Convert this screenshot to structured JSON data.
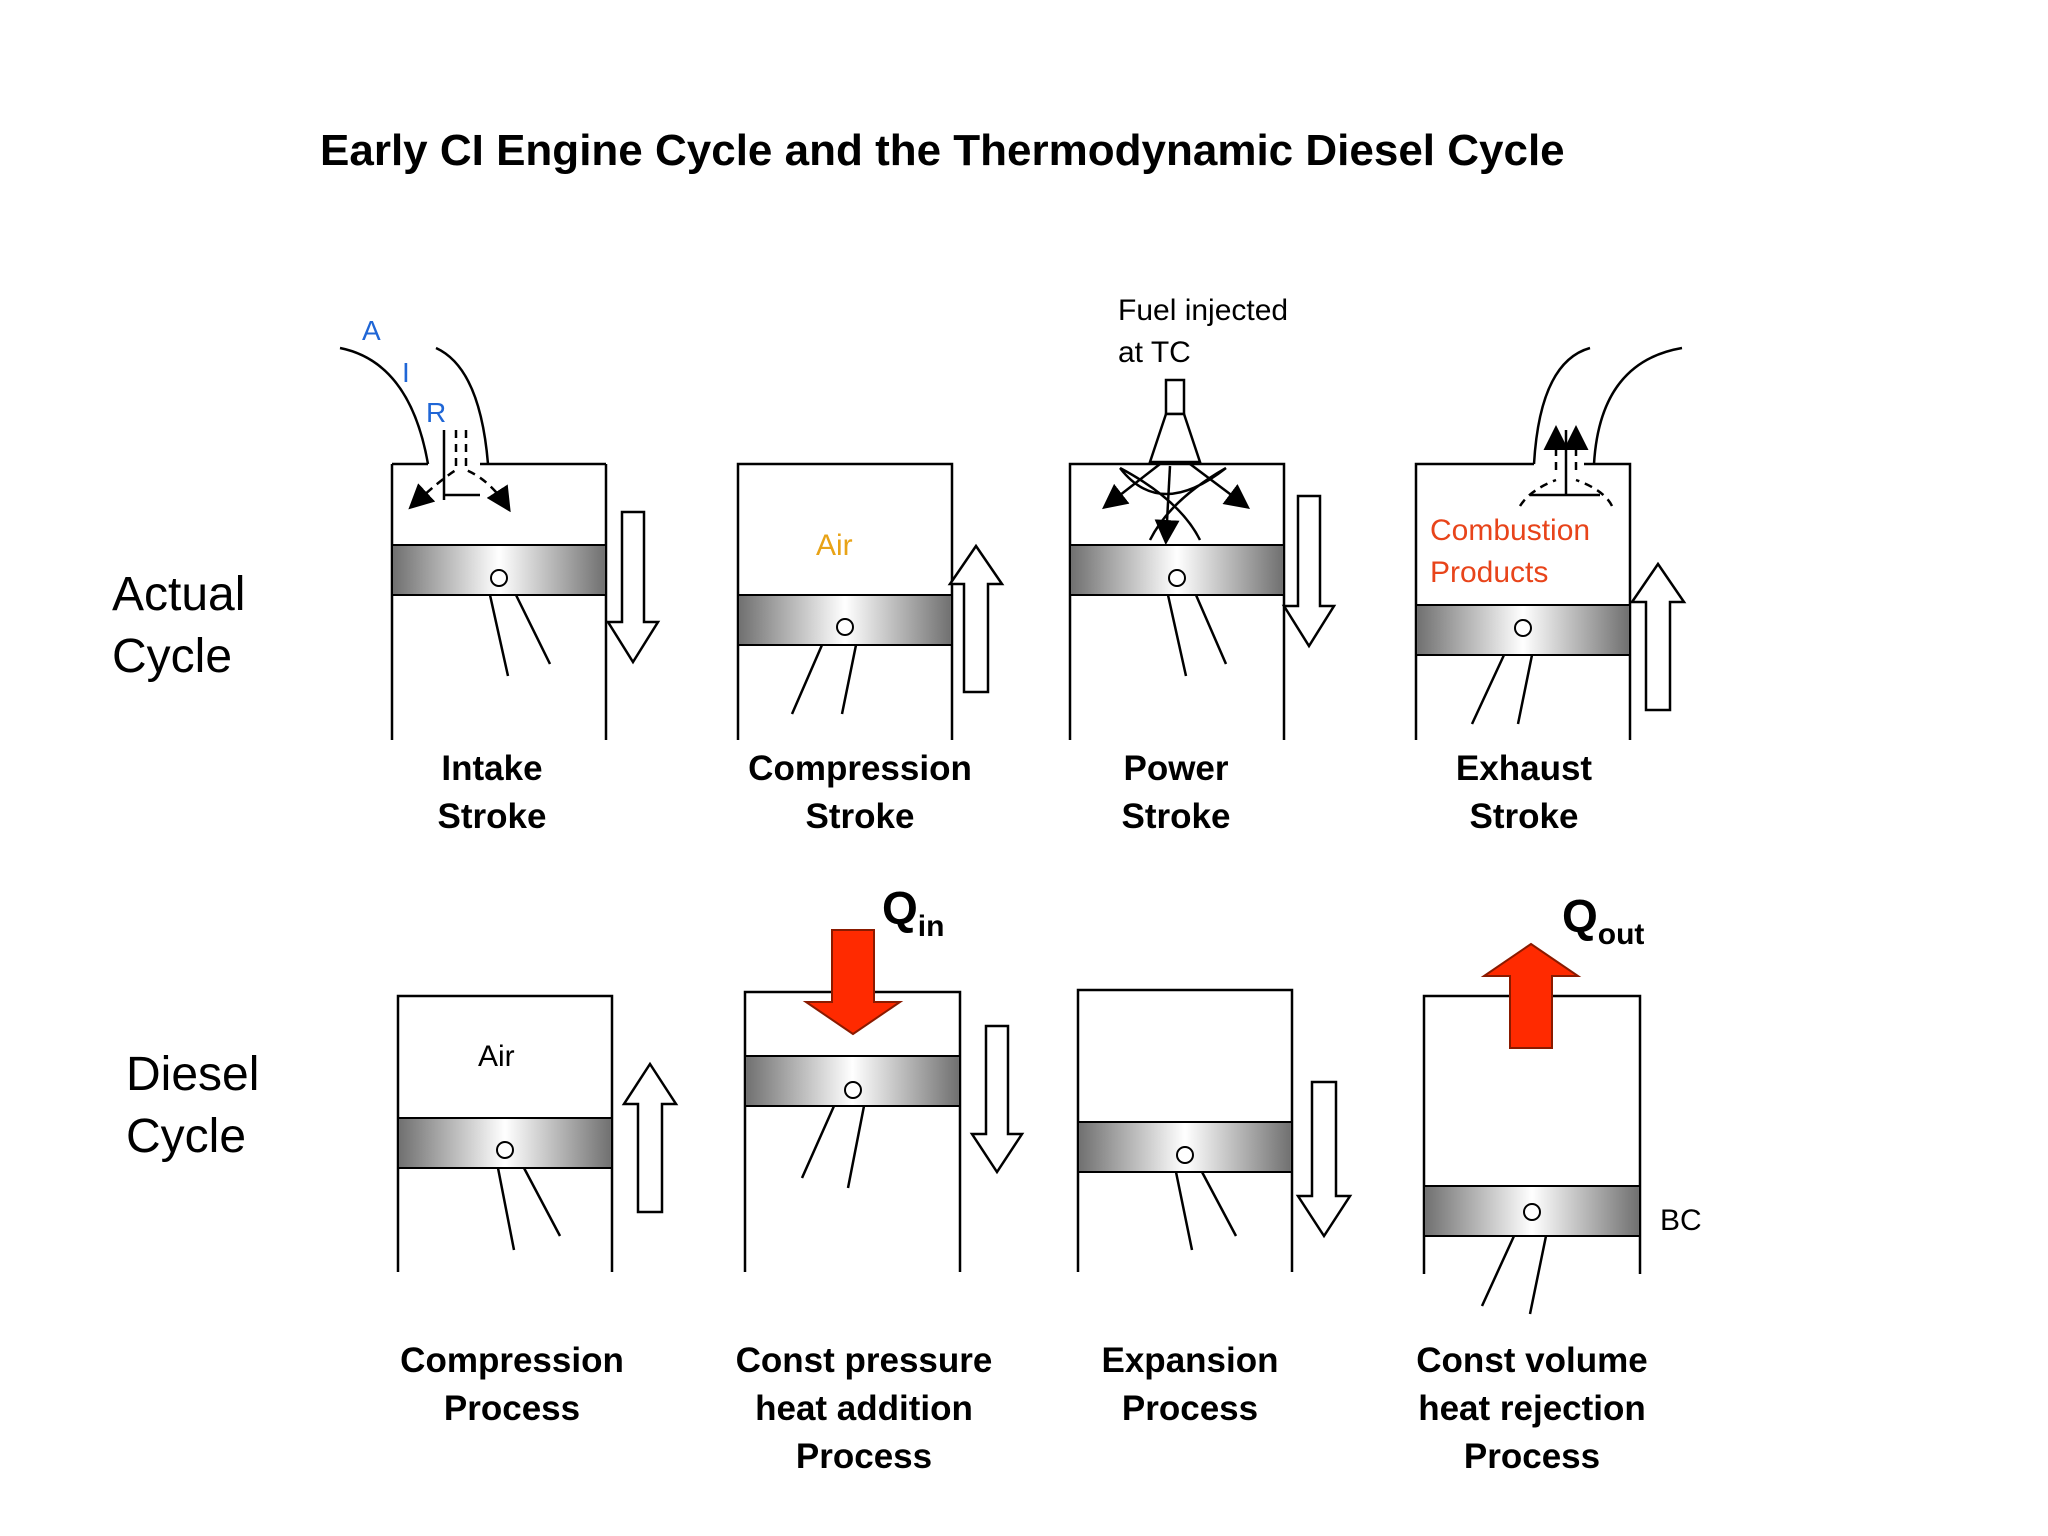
{
  "title": "Early CI Engine Cycle and the Thermodynamic Diesel Cycle",
  "row_labels": {
    "actual": [
      "Actual",
      "Cycle"
    ],
    "diesel": [
      "Diesel",
      "Cycle"
    ]
  },
  "actual": {
    "intake": {
      "caption": [
        "Intake",
        "Stroke"
      ],
      "air_letters": [
        "A",
        "I",
        "R"
      ]
    },
    "compression": {
      "caption": [
        "Compression",
        "Stroke"
      ],
      "gas": "Air"
    },
    "power": {
      "caption": [
        "Power",
        "Stroke"
      ],
      "fuel_note": [
        "Fuel injected",
        "at TC"
      ]
    },
    "exhaust": {
      "caption": [
        "Exhaust",
        "Stroke"
      ],
      "gas": [
        "Combustion",
        "Products"
      ]
    }
  },
  "diesel": {
    "compression": {
      "caption": [
        "Compression",
        "Process"
      ],
      "gas": "Air"
    },
    "heat_addition": {
      "caption": [
        "Const pressure",
        "heat addition",
        "Process"
      ],
      "q_main": "Q",
      "q_sub": "in"
    },
    "expansion": {
      "caption": [
        "Expansion",
        "Process"
      ]
    },
    "heat_rejection": {
      "caption": [
        "Const volume",
        "heat rejection",
        "Process"
      ],
      "q_main": "Q",
      "q_sub": "out",
      "bc_label": "BC"
    }
  },
  "colors": {
    "air_letters": "#1f66d6",
    "air_text": "#e8a317",
    "combustion_text": "#e8441a",
    "heat_arrow": "#ff2a00"
  }
}
